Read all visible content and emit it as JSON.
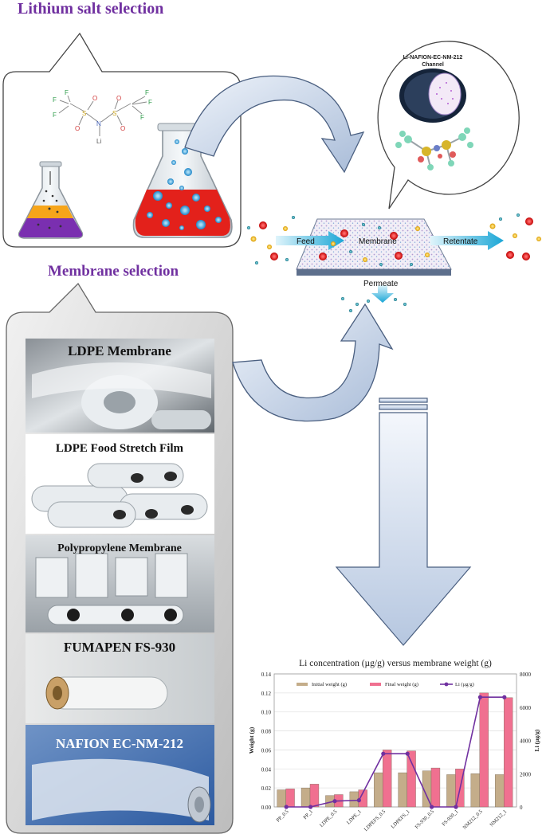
{
  "headings": {
    "lithium": "Lithium salt selection",
    "membrane": "Membrane selection"
  },
  "molecule": {
    "atoms": [
      "F",
      "F",
      "F",
      "O",
      "S",
      "O",
      "N",
      "Li",
      "O",
      "S",
      "O",
      "F",
      "F",
      "F"
    ]
  },
  "channel": {
    "line1": "Li-NAFION-EC-NM-212",
    "line2": "Channel"
  },
  "filtration": {
    "feed": "Feed",
    "membrane": "Membrane",
    "retentate": "Retentate",
    "permeate": "Permeate"
  },
  "membranes": [
    {
      "label": "LDPE Membrane"
    },
    {
      "label": "LDPE Food Stretch Film"
    },
    {
      "label": "Polypropylene Membrane"
    },
    {
      "label": "FUMAPEN FS-930"
    },
    {
      "label": "NAFION EC-NM-212"
    }
  ],
  "colors": {
    "heading": "#7030a0",
    "arrow_fill": "#c9d6ea",
    "arrow_stroke": "#4a5f80",
    "initial_bar": "#c4ad8a",
    "final_bar": "#f07090",
    "li_line": "#7030a0",
    "cation_red": "#e21a1a",
    "anion_yellow": "#f2b416",
    "li_teal": "#1f8fa3"
  },
  "chart_data": {
    "type": "bar",
    "title": "Li concentration (µg/g) versus membrane weight (g)",
    "categories": [
      "PP_0.5",
      "PP_1",
      "LDPE_0.5",
      "LDPE_1",
      "LDPEFS_0.5",
      "LDPEFS_1",
      "FS-930_0.5",
      "FS-930_1",
      "NM212_0.5",
      "NM212_1"
    ],
    "series": [
      {
        "name": "Initial weight (g)",
        "axis": "left",
        "kind": "bar",
        "values": [
          0.018,
          0.02,
          0.012,
          0.016,
          0.036,
          0.036,
          0.038,
          0.034,
          0.035,
          0.034
        ]
      },
      {
        "name": "Final weight (g)",
        "axis": "left",
        "kind": "bar",
        "values": [
          0.019,
          0.024,
          0.013,
          0.018,
          0.06,
          0.059,
          0.041,
          0.04,
          0.12,
          0.115
        ]
      },
      {
        "name": "Li (µg/g)",
        "axis": "right",
        "kind": "line",
        "values": [
          0,
          0,
          350,
          400,
          3200,
          3200,
          0,
          0,
          6600,
          6600
        ]
      }
    ],
    "ylabel": "Weight (g)",
    "y2label": "Li (µg/g)",
    "ylim": [
      0,
      0.14
    ],
    "yticks": [
      "0.00",
      "0.02",
      "0.04",
      "0.06",
      "0.08",
      "0.10",
      "0.12",
      "0.14"
    ],
    "y2lim": [
      0,
      8000
    ],
    "y2ticks": [
      "0",
      "2000",
      "4000",
      "6000",
      "8000"
    ],
    "legend": "top"
  }
}
